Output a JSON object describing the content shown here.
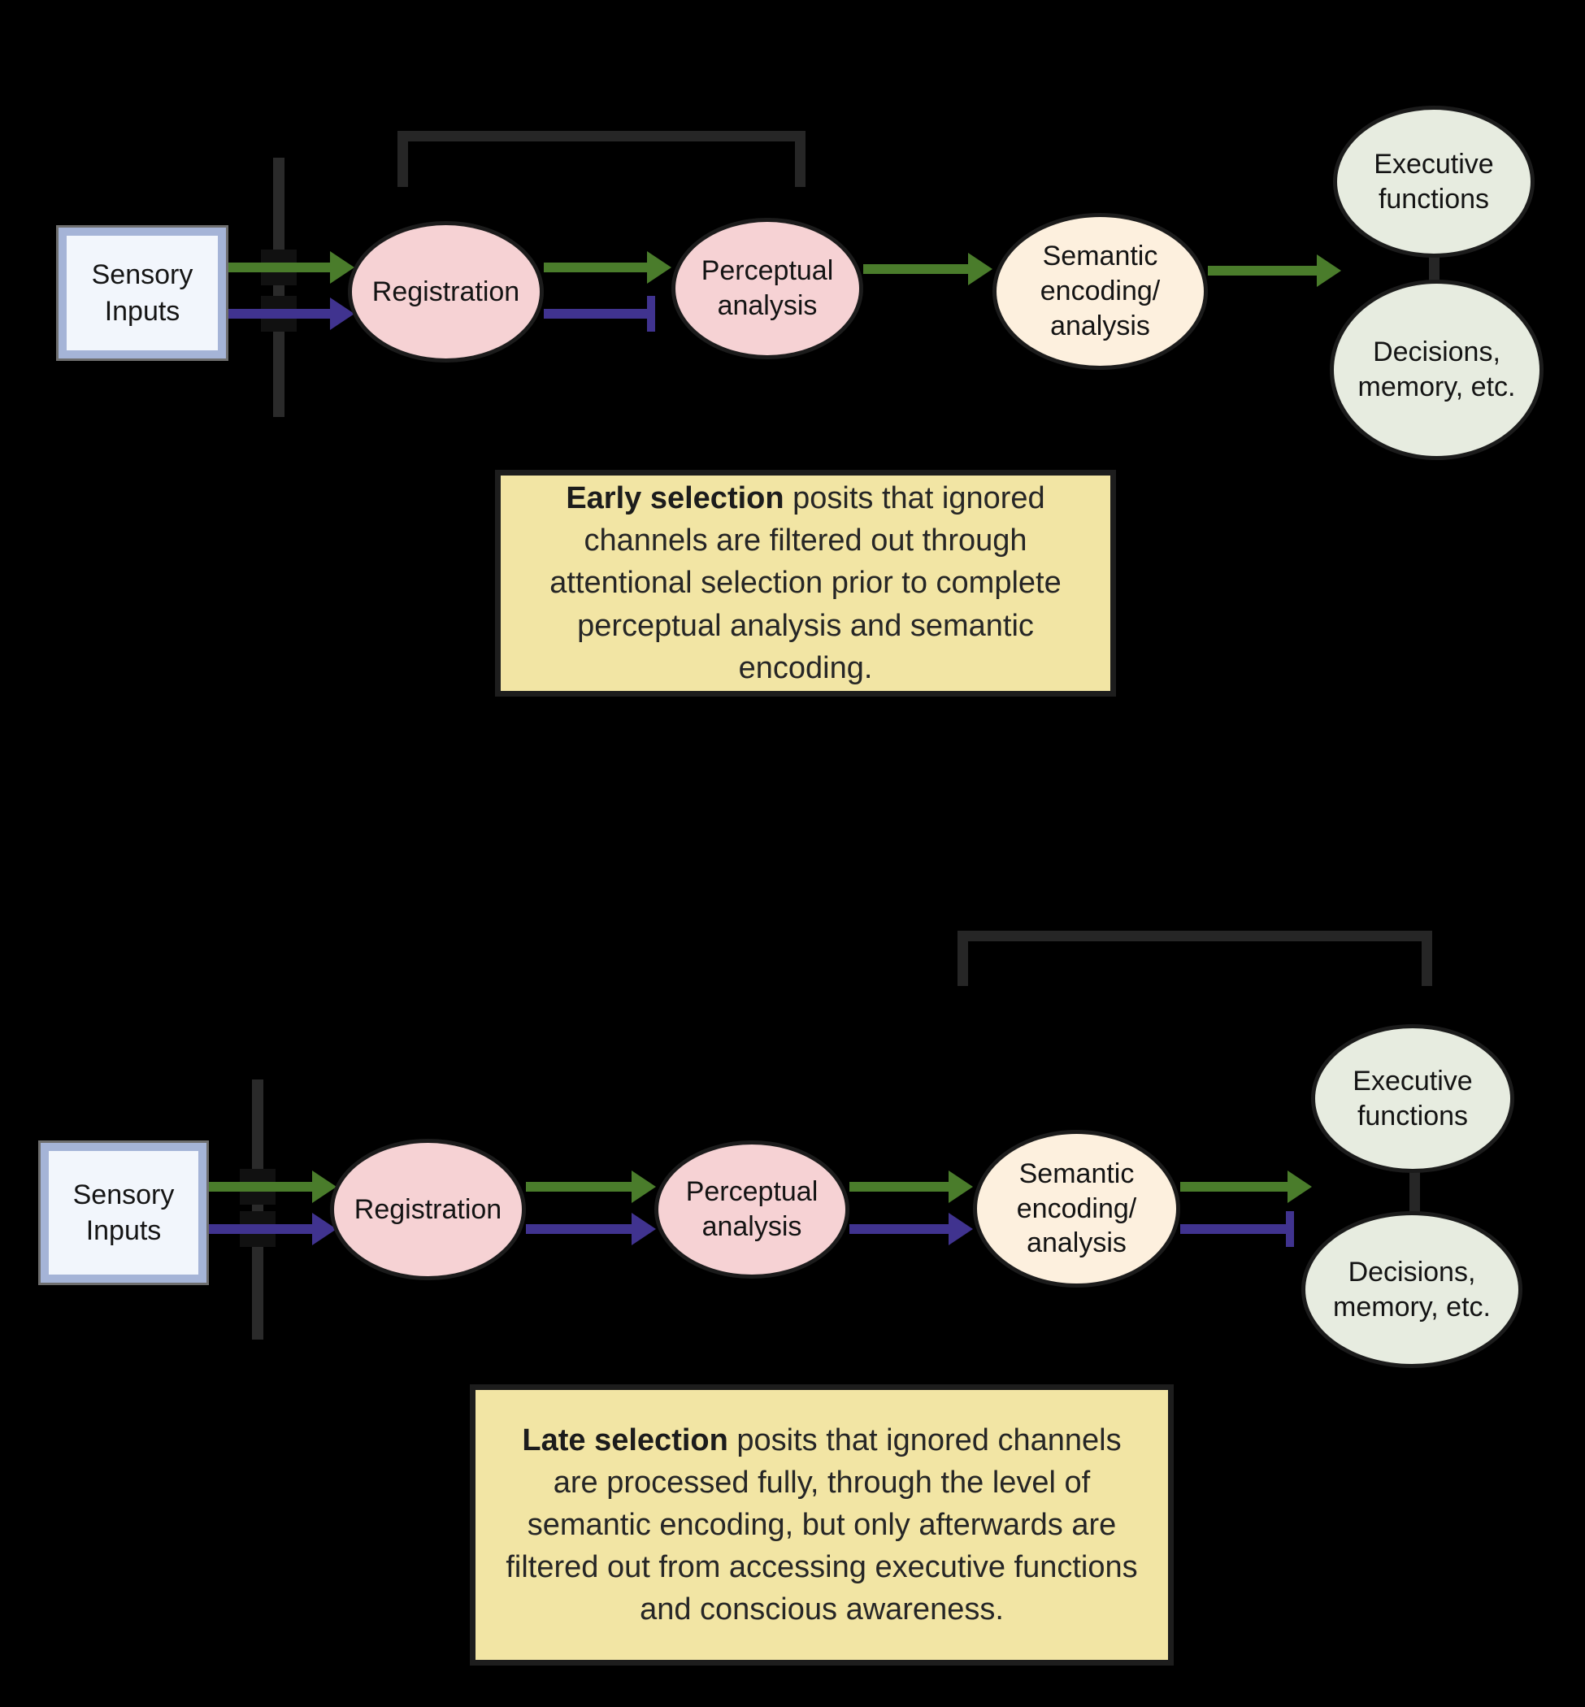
{
  "colors": {
    "background": "#000000",
    "attended_channel_arrow": "#4a7c2b",
    "ignored_channel_arrow": "#40338f",
    "registration_node": "#f6d2d4",
    "perceptual_node": "#f6d2d4",
    "semantic_node": "#fdf0de",
    "executive_node": "#e7ece0",
    "decisions_node": "#e7ece0",
    "caption_box": "#f2e5a4",
    "sensory_box_fill": "#f2f6fc",
    "sensory_box_border": "#a5b4d7",
    "structure_lines": "#2a2a2a"
  },
  "diagrams": [
    {
      "name": "early-selection",
      "sensory": {
        "lines": [
          "Sensory",
          "Inputs"
        ]
      },
      "nodes": {
        "registration": {
          "lines": [
            "Registration"
          ]
        },
        "perceptual": {
          "lines": [
            "Perceptual",
            "analysis"
          ]
        },
        "semantic": {
          "lines": [
            "Semantic",
            "encoding/",
            "analysis"
          ]
        },
        "executive": {
          "lines": [
            "Executive",
            "functions"
          ]
        },
        "decisions": {
          "lines": [
            "Decisions,",
            "memory, etc."
          ]
        }
      },
      "caption": {
        "bold": "Early selection",
        "rest": " posits that ignored channels are filtered out through attentional selection prior to complete perceptual analysis and semantic encoding."
      }
    },
    {
      "name": "late-selection",
      "sensory": {
        "lines": [
          "Sensory",
          "Inputs"
        ]
      },
      "nodes": {
        "registration": {
          "lines": [
            "Registration"
          ]
        },
        "perceptual": {
          "lines": [
            "Perceptual",
            "analysis"
          ]
        },
        "semantic": {
          "lines": [
            "Semantic",
            "encoding/",
            "analysis"
          ]
        },
        "executive": {
          "lines": [
            "Executive",
            "functions"
          ]
        },
        "decisions": {
          "lines": [
            "Decisions,",
            "memory, etc."
          ]
        }
      },
      "caption": {
        "bold": "Late selection",
        "rest": " posits that ignored channels are processed fully, through the level of semantic encoding, but only afterwards are filtered out from accessing executive functions and conscious awareness."
      }
    }
  ]
}
